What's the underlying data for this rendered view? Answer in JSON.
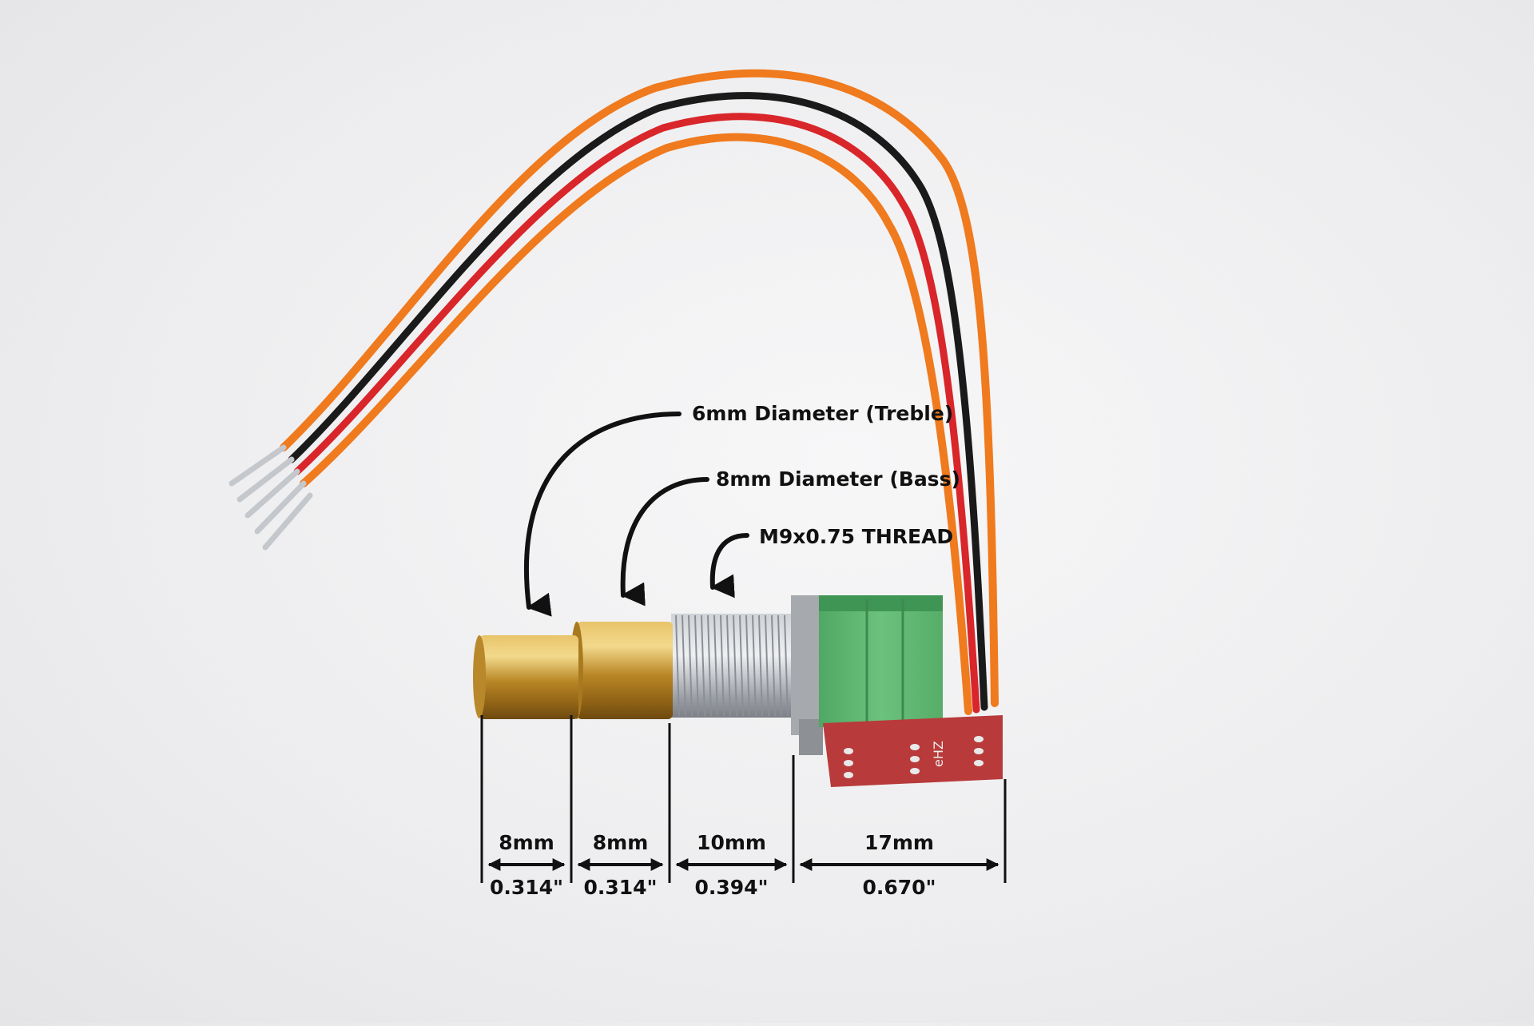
{
  "callouts": {
    "treble": "6mm Diameter (Treble)",
    "bass": "8mm Diameter (Bass)",
    "thread": "M9x0.75 THREAD"
  },
  "dimensions": [
    {
      "mm": "8mm",
      "inch": "0.314\""
    },
    {
      "mm": "8mm",
      "inch": "0.314\""
    },
    {
      "mm": "10mm",
      "inch": "0.394\""
    },
    {
      "mm": "17mm",
      "inch": "0.670\""
    }
  ],
  "pcb_marking": "eHZ",
  "colors": {
    "wire_orange": "#f07a1e",
    "wire_red": "#d8262a",
    "wire_black": "#1a1a1a",
    "brass": "#c9962d",
    "pot_body": "#5fb872",
    "pcb": "#b83a3a",
    "thread": "#b9bcc1"
  }
}
